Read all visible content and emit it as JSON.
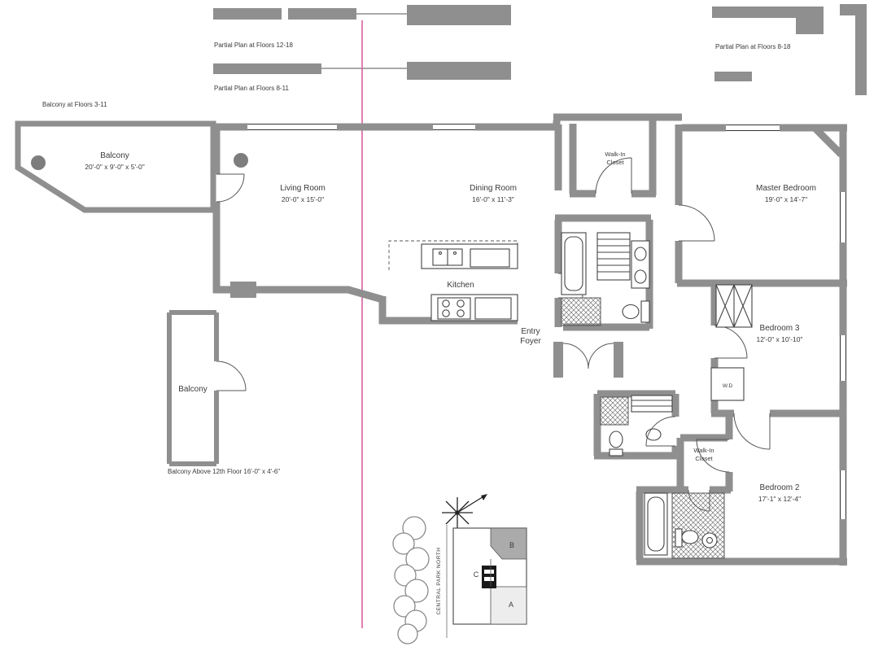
{
  "colors": {
    "wall": "#8f8f8f",
    "match_line": "#d6569c",
    "ink": "#3a3a3a"
  },
  "partial_plans": {
    "floors_12_18": "Partial Plan at Floors 12-18",
    "floors_8_11": "Partial Plan at Floors 8-11",
    "floors_8_18": "Partial Plan at Floors 8-18"
  },
  "balcony_main": {
    "caption": "Balcony at Floors 3-11",
    "name": "Balcony",
    "dims": "20'-0\" x 9'-0\" x 5'-0\""
  },
  "balcony_side": {
    "name": "Balcony",
    "caption": "Balcony Above 12th Floor 16'-0\" x 4'-6\""
  },
  "rooms": {
    "living": {
      "name": "Living Room",
      "dims": "20'-0\" x 15'-0\""
    },
    "dining": {
      "name": "Dining Room",
      "dims": "16'-0\" x 11'-3\""
    },
    "kitchen": {
      "name": "Kitchen"
    },
    "entry": {
      "line1": "Entry",
      "line2": "Foyer"
    },
    "wic1": {
      "line1": "Walk-In",
      "line2": "Closet"
    },
    "wic2": {
      "line1": "Walk-In",
      "line2": "Closet"
    },
    "master": {
      "name": "Master Bedroom",
      "dims": "19'-0\" x 14'-7\""
    },
    "bed3": {
      "name": "Bedroom 3",
      "dims": "12'-0\" x 10'-10\""
    },
    "bed2": {
      "name": "Bedroom 2",
      "dims": "17'-1\" x 12'-4\""
    },
    "wd": {
      "label": "W.D"
    }
  },
  "key_plan": {
    "street": "CENTRAL PARK NORTH",
    "unit_a": "A",
    "unit_b": "B",
    "unit_c": "C"
  }
}
